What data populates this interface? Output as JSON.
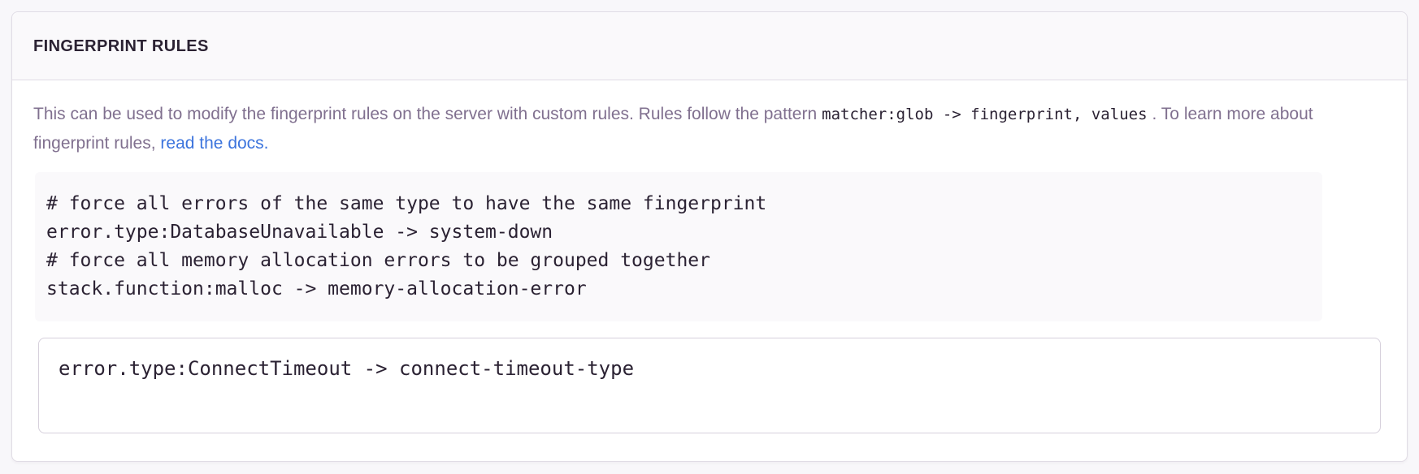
{
  "panel": {
    "title": "FINGERPRINT RULES",
    "description": {
      "text_before_pattern": "This can be used to modify the fingerprint rules on the server with custom rules. Rules follow the pattern",
      "pattern_code": "matcher:glob -> fingerprint, values",
      "text_after_pattern": ". To learn more about fingerprint rules,",
      "link_text": "read the docs."
    },
    "example_code": "# force all errors of the same type to have the same fingerprint\nerror.type:DatabaseUnavailable -> system-down\n# force all memory allocation errors to be grouped together\nstack.function:malloc -> memory-allocation-error",
    "input": {
      "value": "error.type:ConnectTimeout -> connect-timeout-type"
    }
  },
  "colors": {
    "page_background": "#f8f7fa",
    "panel_background": "#ffffff",
    "panel_border": "#e0dce5",
    "header_background": "#faf9fb",
    "heading_text": "#2b2233",
    "muted_text": "#80708f",
    "code_text": "#2b2233",
    "link_blue": "#3c74dd",
    "code_block_background": "#faf9fb",
    "textarea_border": "#d6d0dc"
  }
}
